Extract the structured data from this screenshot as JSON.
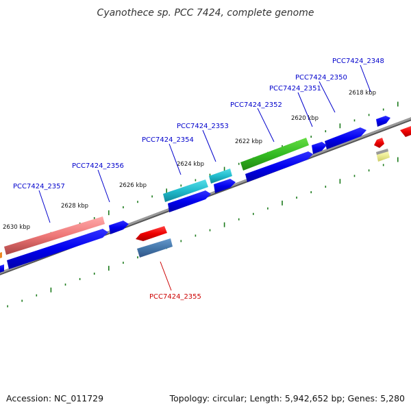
{
  "title": "Cyanothece sp. PCC 7424, complete genome",
  "footer": {
    "accession": "Accession: NC_011729",
    "summary": "Topology: circular; Length: 5,942,652 bp; Genes: 5,280"
  },
  "ticks": [
    {
      "label": "2618 kbp"
    },
    {
      "label": "2620 kbp"
    },
    {
      "label": "2622 kbp"
    },
    {
      "label": "2624 kbp"
    },
    {
      "label": "2626 kbp"
    },
    {
      "label": "2628 kbp"
    },
    {
      "label": "2630 kbp"
    }
  ],
  "genes": [
    {
      "name": "PCC7424_2348",
      "color": "#0000cc"
    },
    {
      "name": "PCC7424_2350",
      "color": "#0000cc"
    },
    {
      "name": "PCC7424_2351",
      "color": "#0000cc"
    },
    {
      "name": "PCC7424_2352",
      "color": "#0000cc"
    },
    {
      "name": "PCC7424_2353",
      "color": "#0000cc"
    },
    {
      "name": "PCC7424_2354",
      "color": "#0000cc"
    },
    {
      "name": "PCC7424_2356",
      "color": "#0000cc"
    },
    {
      "name": "PCC7424_2357",
      "color": "#0000cc"
    },
    {
      "name": "PCC7424_2355",
      "color": "#cc0000"
    }
  ],
  "colors": {
    "backbone": "#808080",
    "tick": "#1a7a1a",
    "cds_forward": "#0000ee",
    "cds_reverse": "#ee0000",
    "rna_green": "#33bb22",
    "rna_cyan": "#22bbcc",
    "rna_pink": "#ee7777",
    "rna_steel": "#4477aa",
    "rna_yellow": "#eeee99"
  }
}
